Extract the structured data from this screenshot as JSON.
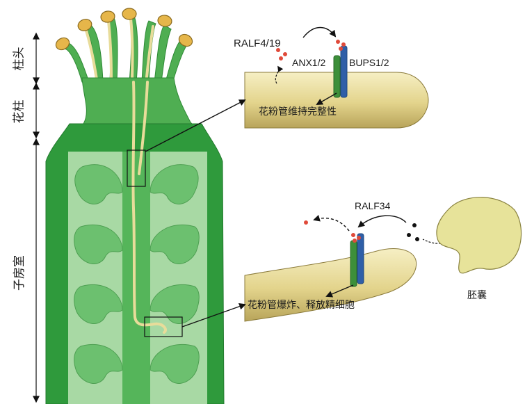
{
  "regions": {
    "stigma": "柱头",
    "style": "花柱",
    "ovary": "子房室"
  },
  "upper_panel": {
    "signal": "RALF4/19",
    "receptor_left": "ANX1/2",
    "receptor_right": "BUPS1/2",
    "caption": "花粉管维持完整性"
  },
  "lower_panel": {
    "signal": "RALF34",
    "caption": "花粉管爆炸、释放精细胞",
    "source": "胚囊"
  },
  "colors": {
    "pistil_dark": "#2f9a3c",
    "pistil_mid": "#55b55a",
    "pistil_light": "#a8d9a4",
    "ovule": "#6cc06f",
    "pollen_tube": "#e8dc9a",
    "pollen_grain": "#e6b64a",
    "receptor_green": "#3d8f3a",
    "receptor_blue": "#2f5fa8",
    "peptide_red": "#e04a3a",
    "embryo_sac": "#e7e39a"
  }
}
